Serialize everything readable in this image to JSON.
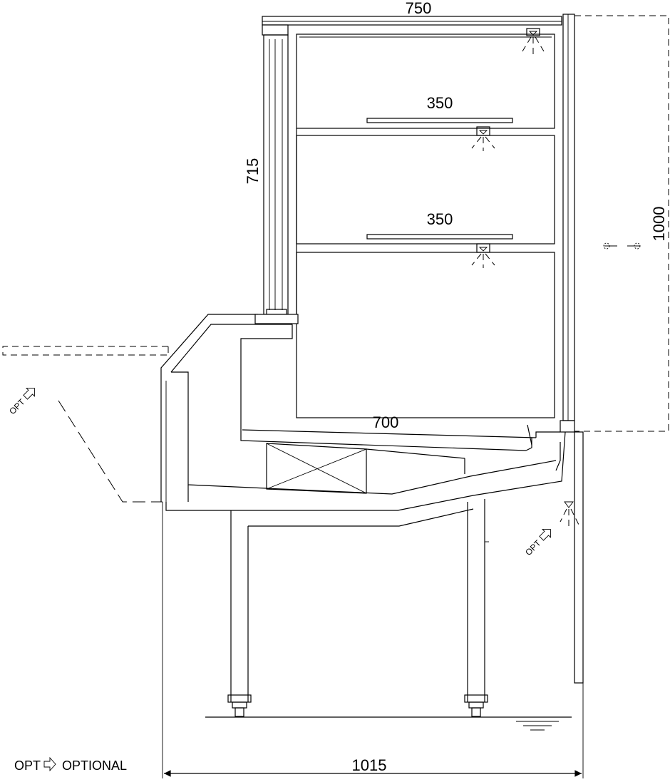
{
  "drawing": {
    "dimensions": {
      "top_width": "750",
      "shelf_upper": "350",
      "shelf_lower": "350",
      "glass_height": "715",
      "rear_height": "1000",
      "base_depth": "700",
      "overall_depth": "1015"
    },
    "option_marks": {
      "left": "OPT",
      "right": "OPT"
    },
    "legend": {
      "abbreviation": "OPT",
      "meaning": "OPTIONAL"
    }
  }
}
